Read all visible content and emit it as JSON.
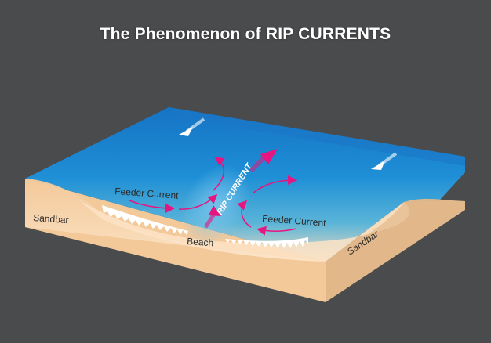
{
  "title": "The Phenomenon of RIP CURRENTS",
  "labels": {
    "feeder_left": "Feeder Current",
    "feeder_right": "Feeder Current",
    "rip_current": "RIP CURRENT",
    "beach": "Beach",
    "sandbar_left": "Sandbar",
    "sandbar_right": "Sandbar"
  },
  "colors": {
    "background": "#4a4b4d",
    "ocean_deep": "#1673c4",
    "ocean_light": "#29a3e0",
    "sand": "#f3c99a",
    "sand_side": "#e2b88b",
    "arrow": "#e6157f",
    "wave_arrow": "#ffffff"
  }
}
